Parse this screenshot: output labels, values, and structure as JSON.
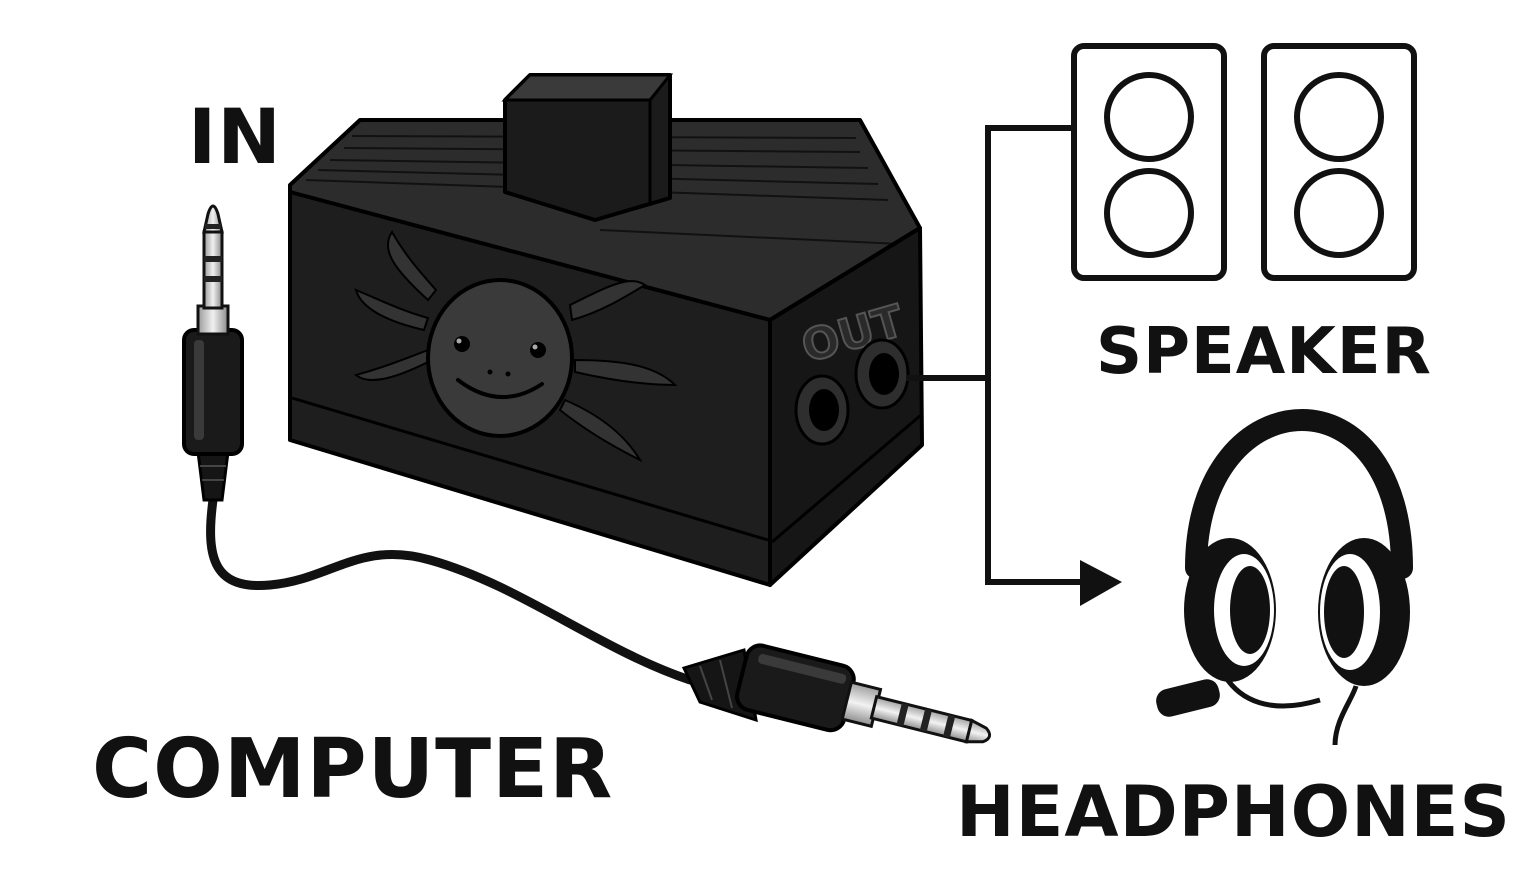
{
  "labels": {
    "input": "IN",
    "output_port": "OUT",
    "speaker": "SPEAKER",
    "computer": "COMPUTER",
    "headphones": "HEADPHONES"
  },
  "colors": {
    "box_front": "#1e1e1e",
    "box_top": "#2c2c2c",
    "box_side": "#161616",
    "logo_face": "#3a3a3a",
    "line": "#111111",
    "plug_metal": "#d9d9d9"
  },
  "icons": [
    "audio-jack-icon",
    "axolotl-logo-icon",
    "speaker-icon",
    "headphones-icon",
    "arrow-right-icon"
  ]
}
